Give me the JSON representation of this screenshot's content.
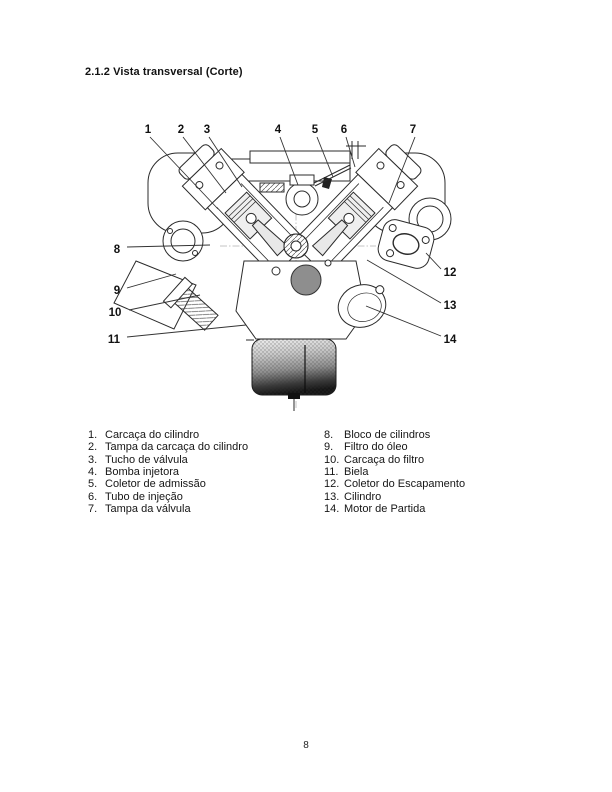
{
  "page": {
    "heading": "2.1.2 Vista transversal (Corte)",
    "page_number": "8"
  },
  "figure": {
    "description": "Engine transversal cross-section (V engine) line drawing with numbered callouts",
    "callouts": [
      {
        "label": "1"
      },
      {
        "label": "2"
      },
      {
        "label": "3"
      },
      {
        "label": "4"
      },
      {
        "label": "5"
      },
      {
        "label": "6"
      },
      {
        "label": "7"
      },
      {
        "label": "8"
      },
      {
        "label": "9"
      },
      {
        "label": "10"
      },
      {
        "label": "11"
      },
      {
        "label": "12"
      },
      {
        "label": "13"
      },
      {
        "label": "14"
      }
    ]
  },
  "parts_list": {
    "left": [
      {
        "num": "1.",
        "label": "Carcaça do cilindro"
      },
      {
        "num": "2.",
        "label": "Tampa da carcaça do cilindro"
      },
      {
        "num": "3.",
        "label": "Tucho de válvula"
      },
      {
        "num": "4.",
        "label": "Bomba injetora"
      },
      {
        "num": "5.",
        "label": "Coletor de admissão"
      },
      {
        "num": "6.",
        "label": "Tubo de injeção"
      },
      {
        "num": "7.",
        "label": "Tampa da válvula"
      }
    ],
    "right": [
      {
        "num": "8.",
        "label": "Bloco de cilindros"
      },
      {
        "num": "9.",
        "label": "Filtro do óleo"
      },
      {
        "num": "10.",
        "label": "Carcaça do filtro"
      },
      {
        "num": "11.",
        "label": "Biela"
      },
      {
        "num": "12.",
        "label": "Coletor do Escapamento"
      },
      {
        "num": "13.",
        "label": "Cilindro"
      },
      {
        "num": "14.",
        "label": "Motor de Partida"
      }
    ]
  }
}
